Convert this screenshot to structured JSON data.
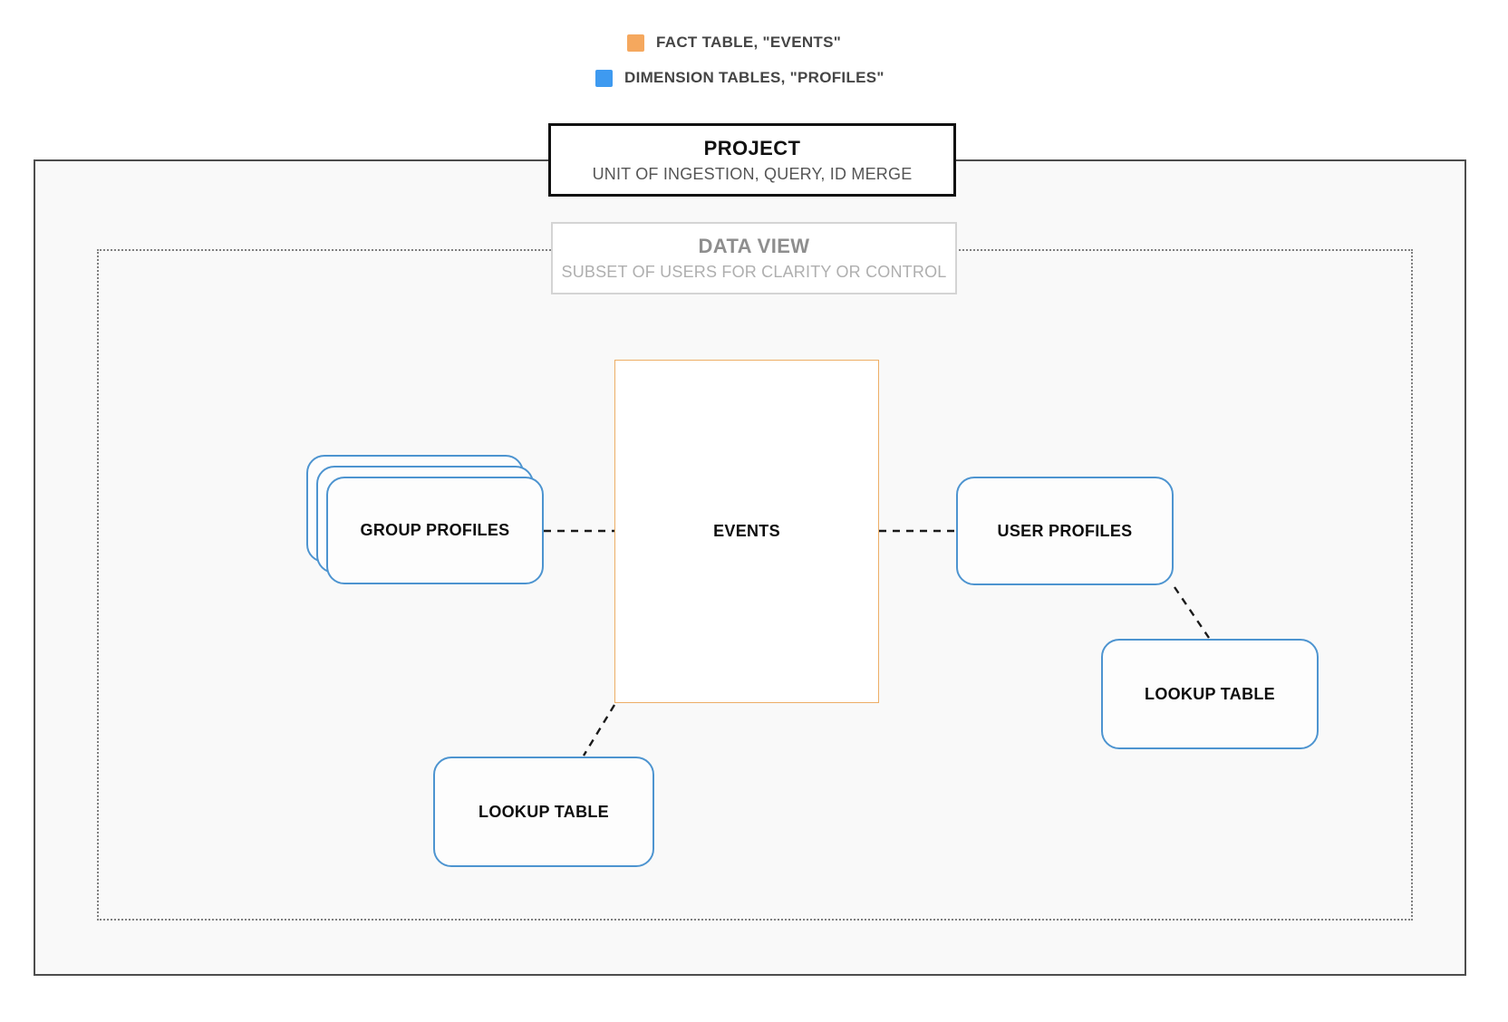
{
  "legend": {
    "items": [
      {
        "swatch": "orange",
        "label": "FACT TABLE, \"EVENTS\""
      },
      {
        "swatch": "blue",
        "label": "DIMENSION TABLES, \"PROFILES\""
      }
    ]
  },
  "project": {
    "title": "PROJECT",
    "subtitle": "UNIT OF INGESTION, QUERY, ID MERGE"
  },
  "data_view": {
    "title": "DATA VIEW",
    "subtitle": "SUBSET OF USERS FOR CLARITY OR CONTROL"
  },
  "nodes": {
    "events": {
      "label": "EVENTS",
      "type": "fact"
    },
    "group_profiles": {
      "label": "GROUP PROFILES",
      "type": "dimension",
      "stacked": true
    },
    "user_profiles": {
      "label": "USER PROFILES",
      "type": "dimension"
    },
    "lookup_table_right": {
      "label": "LOOKUP TABLE",
      "type": "dimension"
    },
    "lookup_table_left": {
      "label": "LOOKUP TABLE",
      "type": "dimension"
    }
  },
  "edges": [
    {
      "from": "group_profiles",
      "to": "events",
      "style": "dashed"
    },
    {
      "from": "events",
      "to": "user_profiles",
      "style": "dashed"
    },
    {
      "from": "user_profiles",
      "to": "lookup_table_right",
      "style": "dashed"
    },
    {
      "from": "events",
      "to": "lookup_table_left",
      "style": "dashed"
    }
  ],
  "colors": {
    "fact-swatch": "#F5A85E",
    "dim-swatch": "#3E9AF0",
    "fact-border": "#EDAE66",
    "dim-border": "#4D94D0",
    "outer-border": "#4D4D4D",
    "dotted-border": "#7F7F7F",
    "connector": "#1A1A1A",
    "panel-bg": "#F9F9F9",
    "legend-text": "#454545",
    "muted-title": "#8E8E8E",
    "muted-subtitle": "#AFAFAF"
  }
}
